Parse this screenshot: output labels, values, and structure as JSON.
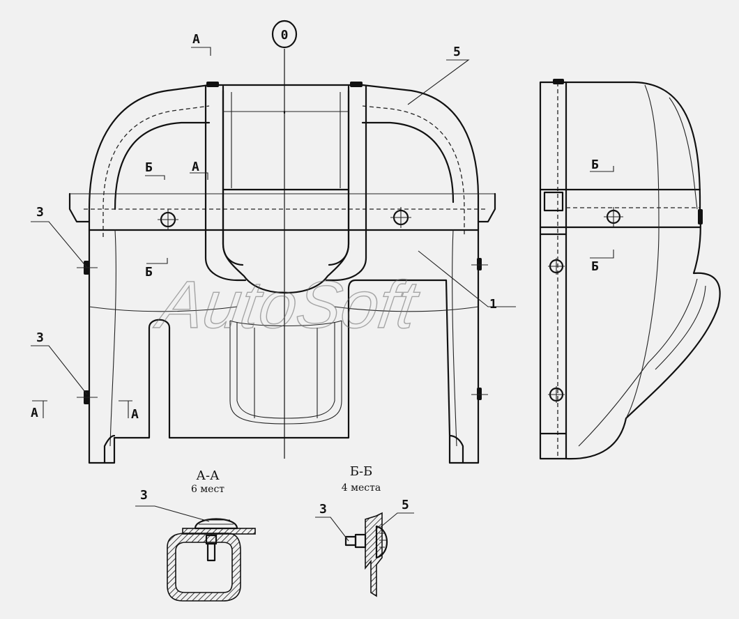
{
  "labels": {
    "zero": "0",
    "callout_5_top": "5",
    "callout_1": "1",
    "callout_3_upper": "3",
    "callout_3_lower": "3",
    "section_a_top": "A",
    "section_a_mid": "A",
    "section_a_left": "A",
    "section_a_right": "A",
    "section_b_upper": "Б",
    "section_b_lower": "Б",
    "section_b_side_upper": "Б",
    "section_b_side_lower": "Б"
  },
  "sections": {
    "aa_title": "А-А",
    "aa_count": "6 мест",
    "aa_callout": "3",
    "bb_title": "Б-Б",
    "bb_count": "4 места",
    "bb_callout_3": "3",
    "bb_callout_5": "5"
  },
  "watermark": "AutoSoft",
  "colors": {
    "background": "#f1f1f1",
    "line": "#111111"
  }
}
